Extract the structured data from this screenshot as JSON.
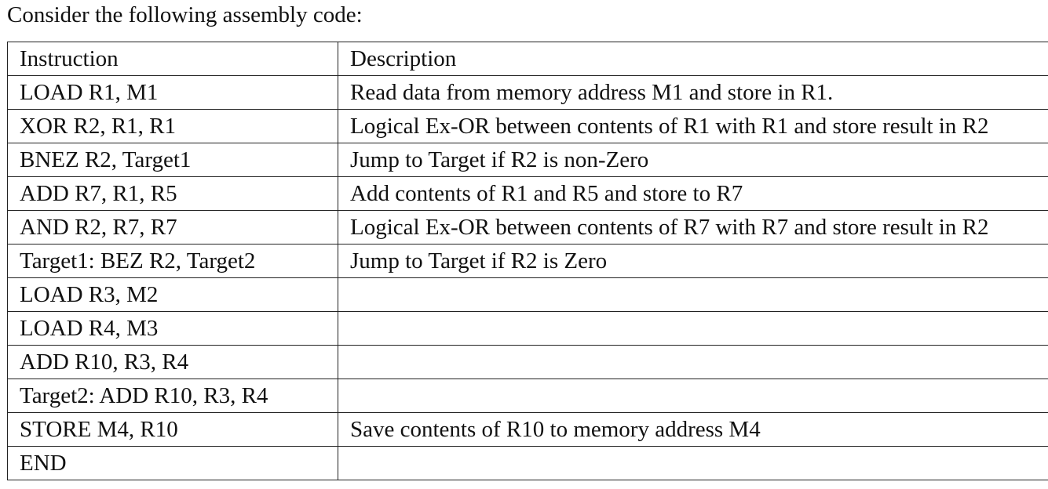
{
  "intro": "Consider the following assembly code:",
  "table": {
    "headers": [
      "Instruction",
      "Description"
    ],
    "rows": [
      [
        "LOAD R1, M1",
        "Read data from memory address M1 and store in R1."
      ],
      [
        "XOR R2, R1, R1",
        "Logical Ex-OR between contents of R1 with R1 and store result in R2"
      ],
      [
        "BNEZ R2, Target1",
        "Jump to Target if R2 is non-Zero"
      ],
      [
        "ADD R7, R1, R5",
        "Add contents of R1 and R5 and store to R7"
      ],
      [
        "AND R2, R7, R7",
        "Logical Ex-OR between contents of R7 with R7 and store result in R2"
      ],
      [
        "Target1: BEZ R2, Target2",
        "Jump to Target if R2 is Zero"
      ],
      [
        "LOAD R3, M2",
        ""
      ],
      [
        "LOAD R4, M3",
        ""
      ],
      [
        "ADD R10, R3, R4",
        ""
      ],
      [
        "Target2: ADD R10, R3, R4",
        ""
      ],
      [
        "STORE M4, R10",
        "Save contents of R10 to memory address M4"
      ],
      [
        "END",
        ""
      ]
    ]
  }
}
